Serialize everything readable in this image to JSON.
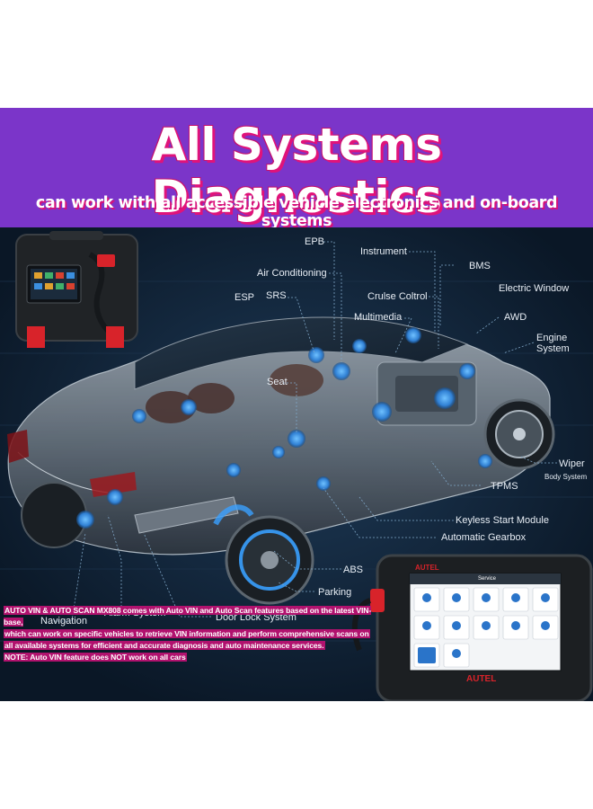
{
  "banner": {
    "title": "All Systems Diagnostics",
    "subtitle": "can work with all accessible vehicle electronics and on-board systems"
  },
  "labels": {
    "epb": "EPB",
    "instrument": "Instrument",
    "bms": "BMS",
    "air_conditioning": "Air Conditioning",
    "electric_window": "Electric Window",
    "esp": "ESP",
    "srs": "SRS",
    "cruise_control": "Crulse Coltrol",
    "multimedia": "Multimedia",
    "awd": "AWD",
    "engine_system": "Engine System",
    "seat": "Seat",
    "wiper": "Wiper",
    "body_system": "Body System",
    "tpms": "TPMS",
    "keyless_start": "Keyless Start Module",
    "automatic_gearbox": "Automatic Gearbox",
    "abs": "ABS",
    "parking": "Parking",
    "alarm_system": "Alarm System",
    "door_lock": "Door Lock System",
    "navigation": "Navigation"
  },
  "description": {
    "line1": "AUTO VIN & AUTO SCAN MX808 comes with Auto VIN and Auto Scan features based on the latest VIN-base,",
    "line2": "which can work on specific vehicles to retrieve VIN information and perform comprehensive scans on",
    "line3": "all available systems for efficient and accurate diagnosis and auto maintenance services.",
    "note": "NOTE: Auto VIN feature does NOT work on all cars"
  },
  "device": {
    "brand": "AUTEL",
    "screen_title": "Service"
  },
  "colors": {
    "banner": "#7b35c9",
    "title_shadow": "#e0137a",
    "scene_bg": "#0d1c2e",
    "highlight": "#3aa0ff",
    "accent_red": "#d8232a"
  }
}
